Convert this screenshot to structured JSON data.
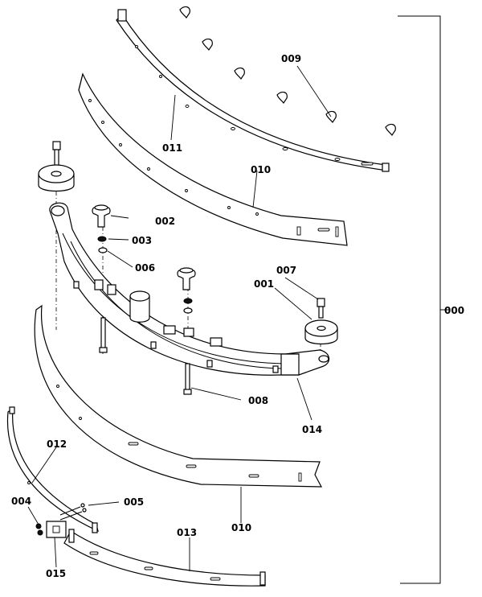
{
  "labels": {
    "assembly": "000",
    "p001": "001",
    "p002": "002",
    "p003": "003",
    "p004": "004",
    "p005": "005",
    "p006": "006",
    "p007": "007",
    "p008": "008",
    "p009": "009",
    "p010_upper": "010",
    "p010_lower": "010",
    "p011": "011",
    "p012": "012",
    "p013": "013",
    "p014": "014",
    "p015": "015"
  },
  "colors": {
    "line": "#000000",
    "background": "#ffffff"
  }
}
